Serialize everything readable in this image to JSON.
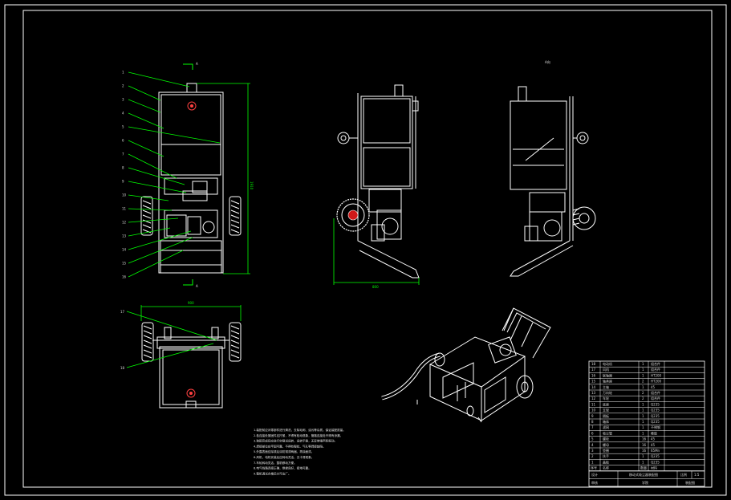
{
  "drawing": {
    "colors": {
      "background": "#000000",
      "outline": "#ffffff",
      "dimension": "#00ff00"
    },
    "view_markers": {
      "section_top": "A",
      "section_bottom": "A",
      "view_right": "A向"
    },
    "dimensions": {
      "front_height": "1910",
      "side_width": "800",
      "top_width": "900"
    },
    "balloons": [
      "1",
      "2",
      "3",
      "4",
      "5",
      "6",
      "7",
      "8",
      "9",
      "10",
      "11",
      "12",
      "13",
      "14",
      "15",
      "16",
      "17",
      "18"
    ],
    "technical_requirements": [
      "1.装配前应对零部件进行清洗，去除毛刺、油污等杂质，保证装配质量。",
      "2.各连接处紧固件应拧紧，不得有松动现象，管路连接处不得有渗漏。",
      "3.装配完成后应进行空载试运转，运转平稳，无异常噪声和振动。",
      "4.焊接部位应牢固可靠，不得有裂纹、气孔等焊接缺陷。",
      "5.外露表面应除锈后涂防锈漆两遍，再涂面漆。",
      "6.风机、电机安装后应转动灵活，无卡滞现象。",
      "7.车轮转动灵活，整机移动方便。",
      "8.电气线路连接正确，绝缘良好，接地可靠。",
      "9.整机调试合格后方可出厂。"
    ],
    "title_block": {
      "parts": [
        {
          "no": "18",
          "name": "电动机",
          "qty": "1",
          "mat": "组合件"
        },
        {
          "no": "17",
          "name": "风机",
          "qty": "1",
          "mat": "组合件"
        },
        {
          "no": "16",
          "name": "联轴器",
          "qty": "1",
          "mat": "HT200"
        },
        {
          "no": "15",
          "name": "轴承座",
          "qty": "2",
          "mat": "HT200"
        },
        {
          "no": "14",
          "name": "主轴",
          "qty": "1",
          "mat": "45"
        },
        {
          "no": "13",
          "name": "万向轮",
          "qty": "2",
          "mat": "组合件"
        },
        {
          "no": "12",
          "name": "车轮",
          "qty": "2",
          "mat": "组合件"
        },
        {
          "no": "11",
          "name": "底座",
          "qty": "1",
          "mat": "Q235"
        },
        {
          "no": "10",
          "name": "支架",
          "qty": "1",
          "mat": "Q235"
        },
        {
          "no": "9",
          "name": "隔板",
          "qty": "1",
          "mat": "Q235"
        },
        {
          "no": "8",
          "name": "箱体",
          "qty": "1",
          "mat": "Q235"
        },
        {
          "no": "7",
          "name": "滤网",
          "qty": "1",
          "mat": "不锈钢"
        },
        {
          "no": "6",
          "name": "吸尘管",
          "qty": "1",
          "mat": "橡胶"
        },
        {
          "no": "5",
          "name": "螺栓",
          "qty": "16",
          "mat": "45"
        },
        {
          "no": "4",
          "name": "螺母",
          "qty": "16",
          "mat": "45"
        },
        {
          "no": "3",
          "name": "垫圈",
          "qty": "16",
          "mat": "65Mn"
        },
        {
          "no": "2",
          "name": "扶手",
          "qty": "1",
          "mat": "Q235"
        },
        {
          "no": "1",
          "name": "盖板",
          "qty": "1",
          "mat": "Q235"
        }
      ],
      "header": {
        "no": "序号",
        "name": "名称",
        "qty": "数量",
        "mat": "材料"
      },
      "title": "移动式吸尘器装配图",
      "designer": "设计",
      "checker": "审核",
      "scale_label": "比例",
      "scale": "1:5",
      "drawing_no": "装配图",
      "school": "学院"
    }
  }
}
